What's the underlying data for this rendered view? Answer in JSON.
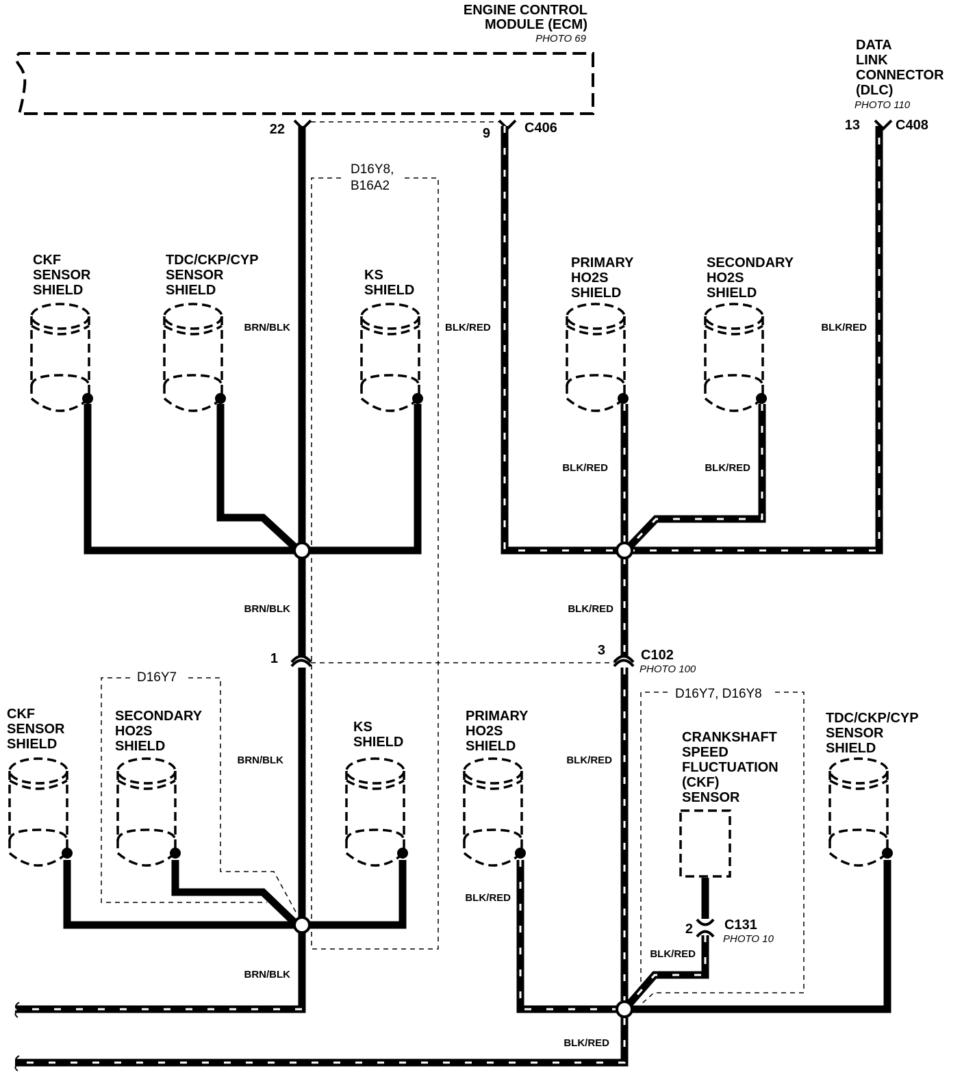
{
  "components": {
    "ecm": {
      "line1": "ENGINE CONTROL",
      "line2": "MODULE (ECM)",
      "photo": "PHOTO 69"
    },
    "dlc": {
      "line1": "DATA",
      "line2": "LINK",
      "line3": "CONNECTOR",
      "line4": "(DLC)",
      "photo": "PHOTO 110"
    },
    "ckf_sensor": {
      "line1": "CRANKSHAFT",
      "line2": "SPEED",
      "line3": "FLUCTUATION",
      "line4": "(CKF)",
      "line5": "SENSOR"
    }
  },
  "connectors": {
    "c406": {
      "name": "C406",
      "pin_a": "22",
      "pin_b": "9"
    },
    "c408": {
      "name": "C408",
      "pin": "13"
    },
    "c102": {
      "name": "C102",
      "photo": "PHOTO 100",
      "pin_a": "1",
      "pin_b": "3"
    },
    "c131": {
      "name": "C131",
      "photo": "PHOTO 10",
      "pin": "2"
    }
  },
  "variants": {
    "upper_ks": {
      "line1": "D16Y8,",
      "line2": "B16A2"
    },
    "lower_ho2s": "D16Y7",
    "lower_ckf": "D16Y7, D16Y8"
  },
  "shields_upper": [
    {
      "l1": "CKF",
      "l2": "SENSOR",
      "l3": "SHIELD"
    },
    {
      "l1": "TDC/CKP/CYP",
      "l2": "SENSOR",
      "l3": "SHIELD"
    },
    {
      "l1": "KS",
      "l2": "SHIELD"
    },
    {
      "l1": "PRIMARY",
      "l2": "HO2S",
      "l3": "SHIELD"
    },
    {
      "l1": "SECONDARY",
      "l2": "HO2S",
      "l3": "SHIELD"
    }
  ],
  "shields_lower": [
    {
      "l1": "CKF",
      "l2": "SENSOR",
      "l3": "SHIELD"
    },
    {
      "l1": "SECONDARY",
      "l2": "HO2S",
      "l3": "SHIELD"
    },
    {
      "l1": "KS",
      "l2": "SHIELD"
    },
    {
      "l1": "PRIMARY",
      "l2": "HO2S",
      "l3": "SHIELD"
    },
    {
      "l1": "TDC/CKP/CYP",
      "l2": "SENSOR",
      "l3": "SHIELD"
    }
  ],
  "wire_colors": {
    "brn_blk": "BRN/BLK",
    "blk_red": "BLK/RED"
  }
}
